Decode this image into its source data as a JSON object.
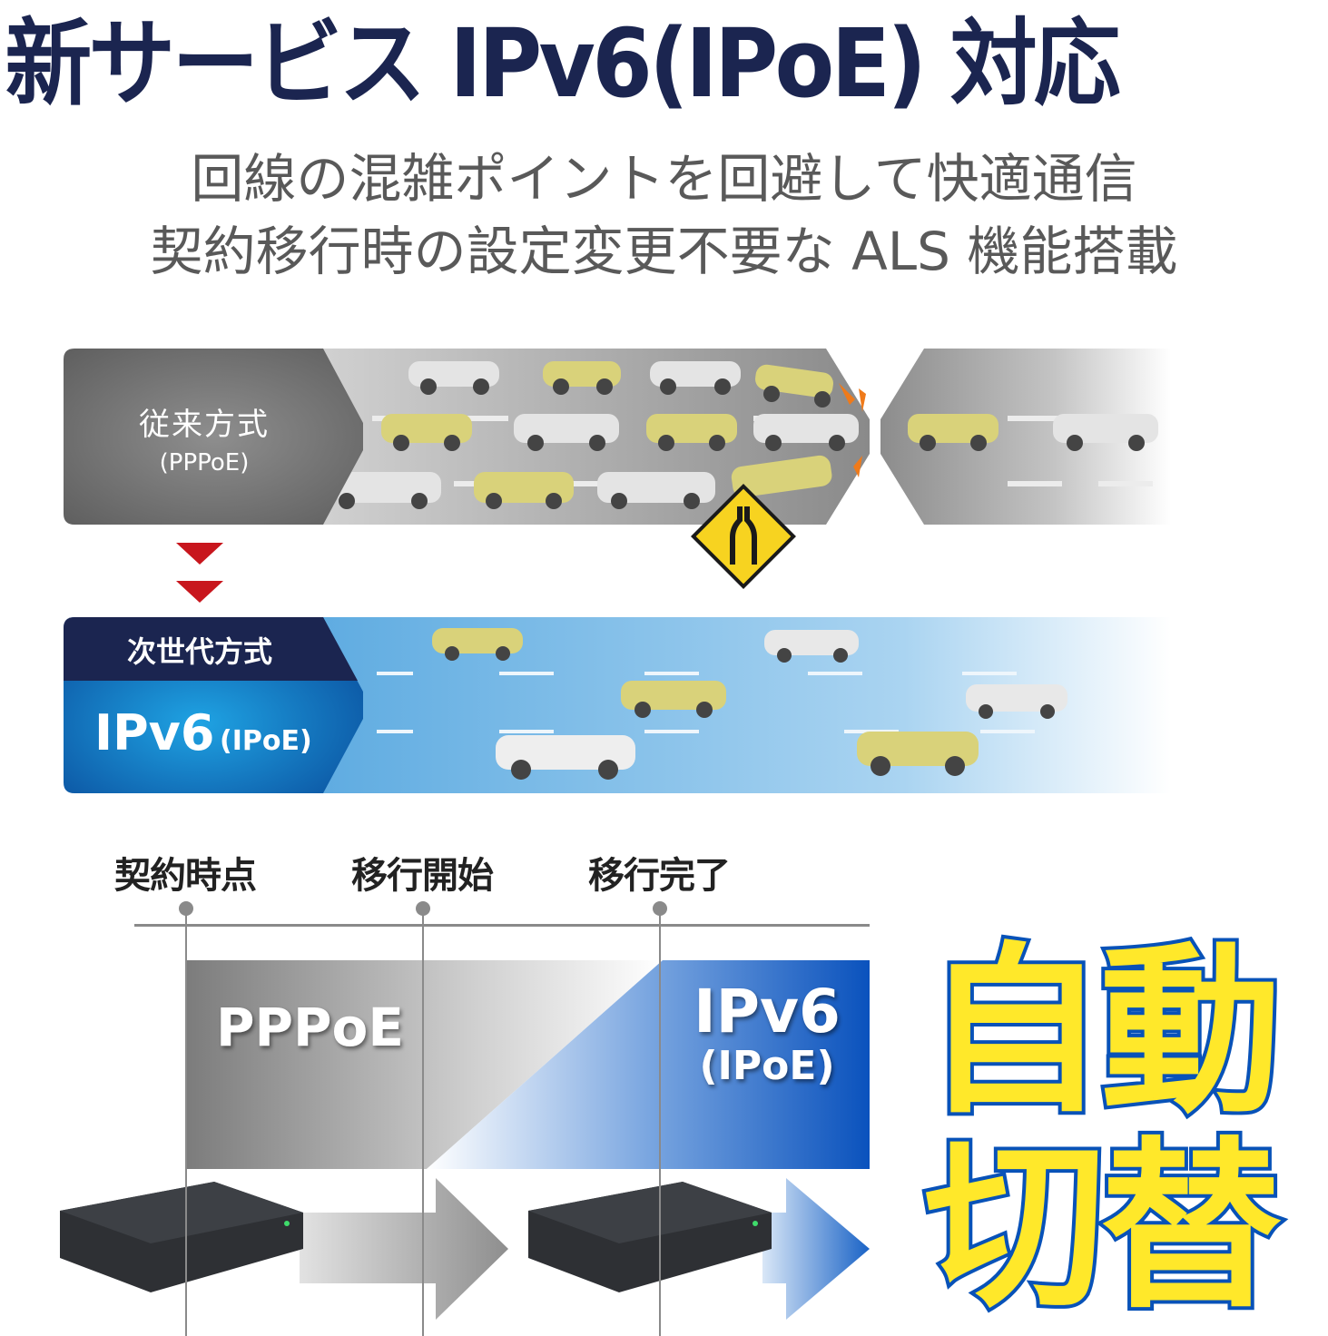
{
  "header": {
    "headline": "新サービス IPv6(IPoE) 対応",
    "subline_1": "回線の混雑ポイントを回避して快適通信",
    "subline_2": "契約移行時の設定変更不要な ALS 機能搭載"
  },
  "legacy": {
    "title": "従来方式",
    "subtitle": "(PPPoE)",
    "sign_icon": "road-narrows-sign-icon",
    "car_icon": "car-icon"
  },
  "next_gen": {
    "title": "次世代方式",
    "main": "IPv6",
    "paren": "(IPoE)"
  },
  "timeline": {
    "points": [
      "契約時点",
      "移行開始",
      "移行完了"
    ],
    "pppoe_label": "PPPoE",
    "ipv6_label": "IPv6",
    "ipoe_label": "(IPoE)",
    "router_icon": "router-icon"
  },
  "badge": {
    "line_1": "自動",
    "line_2": "切替"
  },
  "colors": {
    "navy": "#1b2550",
    "blue": "#0852b8",
    "yellow": "#ffe82a",
    "red": "#c8161d",
    "gray": "#6e6e6e"
  }
}
